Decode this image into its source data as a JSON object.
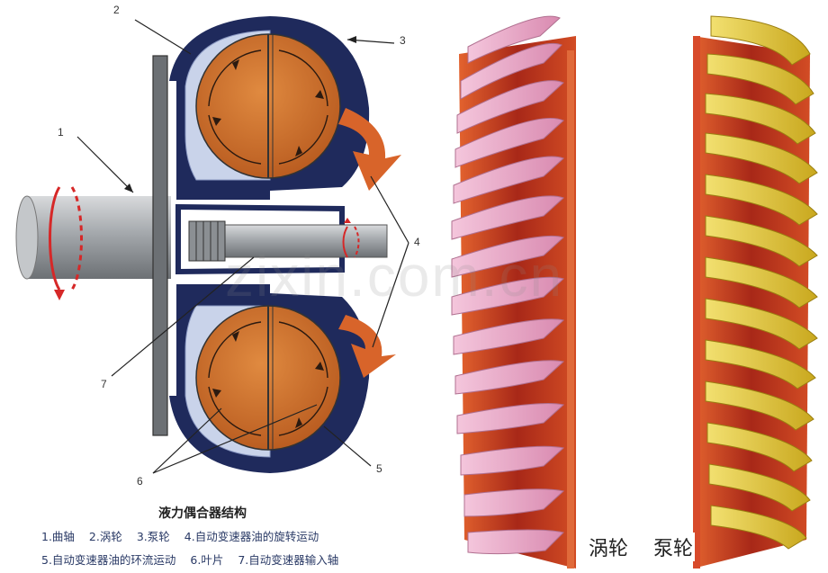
{
  "callouts": [
    "1",
    "2",
    "3",
    "4",
    "5",
    "6",
    "7"
  ],
  "caption": {
    "title": "液力偶合器结构",
    "line1": [
      "1.曲轴",
      "2.涡轮",
      "3.泵轮",
      "4.自动变速器油的旋转运动"
    ],
    "line2": [
      "5.自动变速器油的环流运动",
      "6.叶片",
      "7.自动变速器输入轴"
    ]
  },
  "wheel_labels": {
    "turbine": "涡轮",
    "pump": "泵轮"
  },
  "watermark": "zixin.com.cn",
  "colors": {
    "housing": "#1f2a5c",
    "turbine_shell": "#c9d3ea",
    "blade": "#c96a28",
    "flow_arrow": "#d8642a",
    "shaft": "#9ea2a6",
    "turbine_wheel": "#e9a6c4",
    "pump_wheel": "#d8bf38",
    "wheel_core": "#b8341f"
  }
}
